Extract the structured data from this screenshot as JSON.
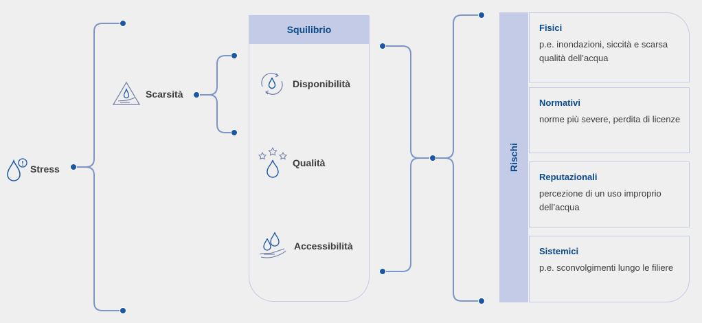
{
  "nodes": {
    "stress": "Stress",
    "scarsita": "Scarsità",
    "squilibrio": "Squilibrio",
    "disponibilita": "Disponibilità",
    "qualita": "Qualità",
    "accessibilita": "Accessibilità",
    "rischi": "Rischi"
  },
  "risks": [
    {
      "title": "Fisici",
      "description": "p.e. inondazioni, siccità e scarsa qualità dell’acqua"
    },
    {
      "title": "Normativi",
      "description": "norme più severe, perdita di licenze"
    },
    {
      "title": "Reputazionali",
      "description": "percezione di un uso improprio dell’acqua"
    },
    {
      "title": "Sistemici",
      "description": "p.e. sconvolgimenti lungo le filiere"
    }
  ],
  "colors": {
    "line": "#7c95c6",
    "dot": "#1a56a6",
    "accent": "#0b4a8b",
    "panel": "#c4cbe6"
  }
}
